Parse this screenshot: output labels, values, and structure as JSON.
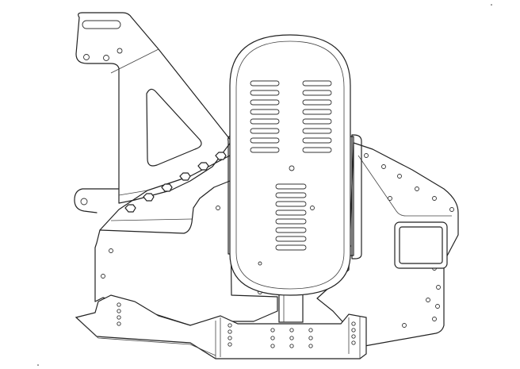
{
  "drawing": {
    "subject": "",
    "background": "#ffffff",
    "line_color": "#222222"
  },
  "icons": {
    "mounting_bracket": "mounting-bracket-icon",
    "guard_cover": "guard-cover-icon",
    "receiver_tube": "receiver-tube-icon"
  },
  "counts": {
    "upper_vent_slots": 16,
    "lower_vent_slots": 9,
    "hex_bolts": 6
  }
}
